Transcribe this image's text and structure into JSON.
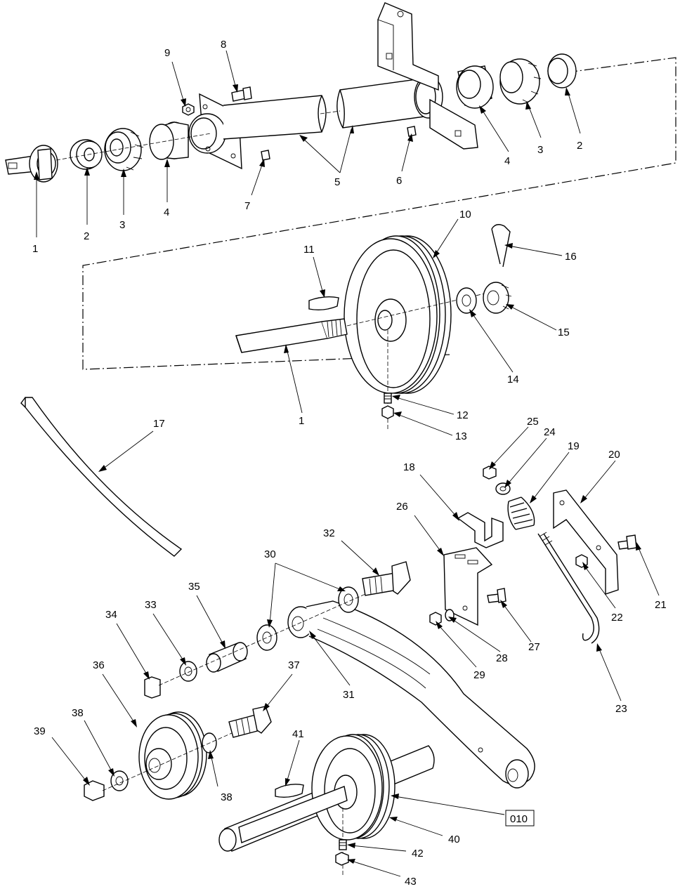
{
  "diagram": {
    "labels": {
      "p1a": "1",
      "p2a": "2",
      "p3a": "3",
      "p4a": "4",
      "p5": "5",
      "p6": "6",
      "p7": "7",
      "p8": "8",
      "p9": "9",
      "p4b": "4",
      "p3b": "3",
      "p2b": "2",
      "p10": "10",
      "p11": "11",
      "p16": "16",
      "p15": "15",
      "p14": "14",
      "p1b": "1",
      "p12": "12",
      "p13": "13",
      "p17": "17",
      "p18": "18",
      "p19": "19",
      "p20": "20",
      "p21": "21",
      "p22": "22",
      "p23": "23",
      "p24": "24",
      "p25": "25",
      "p26": "26",
      "p27": "27",
      "p28": "28",
      "p29": "29",
      "p30": "30",
      "p31": "31",
      "p32": "32",
      "p33": "33",
      "p34": "34",
      "p35": "35",
      "p36": "36",
      "p37": "37",
      "p38a": "38",
      "p38b": "38",
      "p39": "39",
      "p40": "40",
      "p41": "41",
      "p42": "42",
      "p43": "43",
      "ref010": "010"
    }
  }
}
